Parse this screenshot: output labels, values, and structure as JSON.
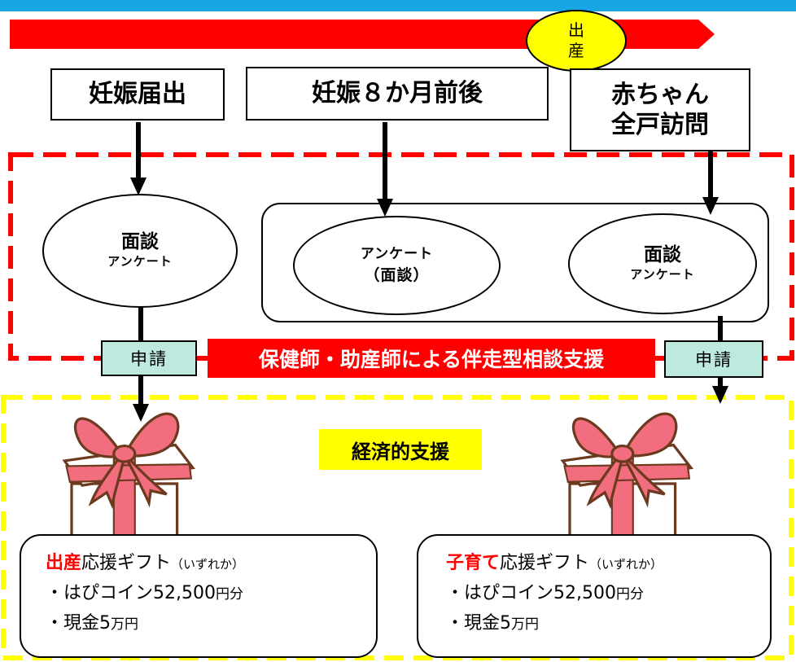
{
  "events": {
    "birth_marker_line1": "出",
    "birth_marker_line2": "産",
    "pregnancy_notice": "妊娠届出",
    "eight_months": "妊娠８か月前後",
    "baby_visit_line1": "赤ちゃん",
    "baby_visit_line2": "全戸訪問"
  },
  "consultations": {
    "first": {
      "main": "面談",
      "sub": "アンケート"
    },
    "survey": {
      "line1": "アンケート",
      "line2": "（面談）"
    },
    "third": {
      "main": "面談",
      "sub": "アンケート"
    }
  },
  "support": {
    "accompany_label": "保健師・助産師による伴走型相談支援",
    "economic_label": "経済的支援",
    "apply_label": "申請"
  },
  "gifts": {
    "birth": {
      "title_red": "出産",
      "title_rest": "応援ギフト",
      "choice": "（いずれか）",
      "item1_prefix": "・はぴコイン",
      "item1_amount": "52,500",
      "item1_unit": "円分",
      "item2_prefix": "・現金",
      "item2_amount": "5",
      "item2_unit": "万円"
    },
    "childcare": {
      "title_red": "子育て",
      "title_rest": "応援ギフト",
      "choice": "（いずれか）",
      "item1_prefix": "・はぴコイン",
      "item1_amount": "52,500",
      "item1_unit": "円分",
      "item2_prefix": "・現金",
      "item2_amount": "5",
      "item2_unit": "万円"
    }
  },
  "colors": {
    "top_band": "#19a6e5",
    "timeline_arrow": "#ff0000",
    "birth_marker": "#ffff00",
    "accompany_border": "#ff0000",
    "economic_border": "#ffff00",
    "apply_fill": "#bde9df",
    "ribbon": "#f26d7d"
  }
}
